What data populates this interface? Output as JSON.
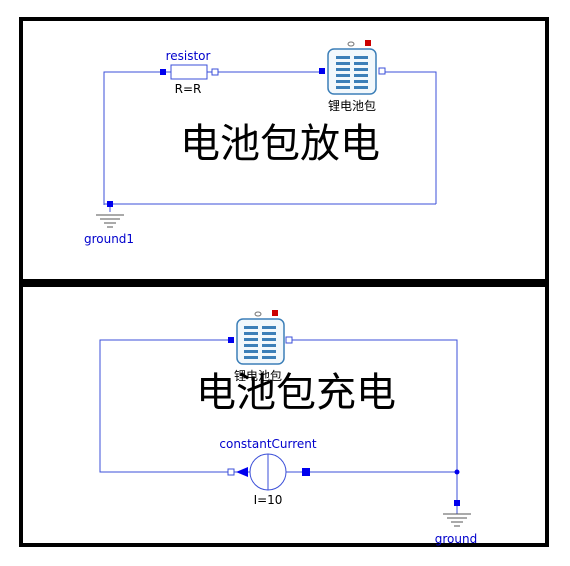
{
  "colors": {
    "wire": "#3b4fd8",
    "port_filled": "#0000ee",
    "label": "#0000cc",
    "frame": "#000000",
    "battery_cells": "#3c7fb8",
    "battery_badge": "#cc0000"
  },
  "discharge": {
    "title": "电池包放电",
    "resistor": {
      "name": "resistor",
      "param": "R=R"
    },
    "battery": {
      "name": "锂电池包"
    },
    "ground": {
      "name": "ground1"
    }
  },
  "charge": {
    "title": "电池包充电",
    "battery": {
      "name": "锂电池包"
    },
    "source": {
      "name": "constantCurrent",
      "param": "I=10"
    },
    "ground": {
      "name": "ground"
    }
  }
}
